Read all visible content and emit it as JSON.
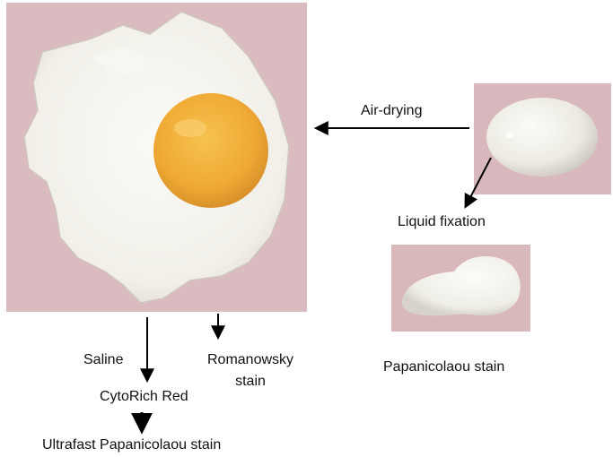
{
  "labels": {
    "air_drying": "Air-drying",
    "liquid_fixation": "Liquid fixation",
    "saline": "Saline",
    "romanowsky_line1": "Romanowsky",
    "romanowsky_line2": "stain",
    "cytorich_red": "CytoRich Red",
    "ultrafast_pap": "Ultrafast Papanicolaou stain",
    "pap_stain": "Papanicolaou stain"
  },
  "photos": {
    "fried_egg": "fried-egg-photo",
    "whole_egg": "boiled-egg-photo",
    "poached_egg": "cooked-egg-white-photo"
  },
  "colors": {
    "background_pink": "#d9b9bd",
    "egg_white": "#f4f2ec",
    "yolk": "#f2b13a",
    "arrow": "#000000"
  }
}
